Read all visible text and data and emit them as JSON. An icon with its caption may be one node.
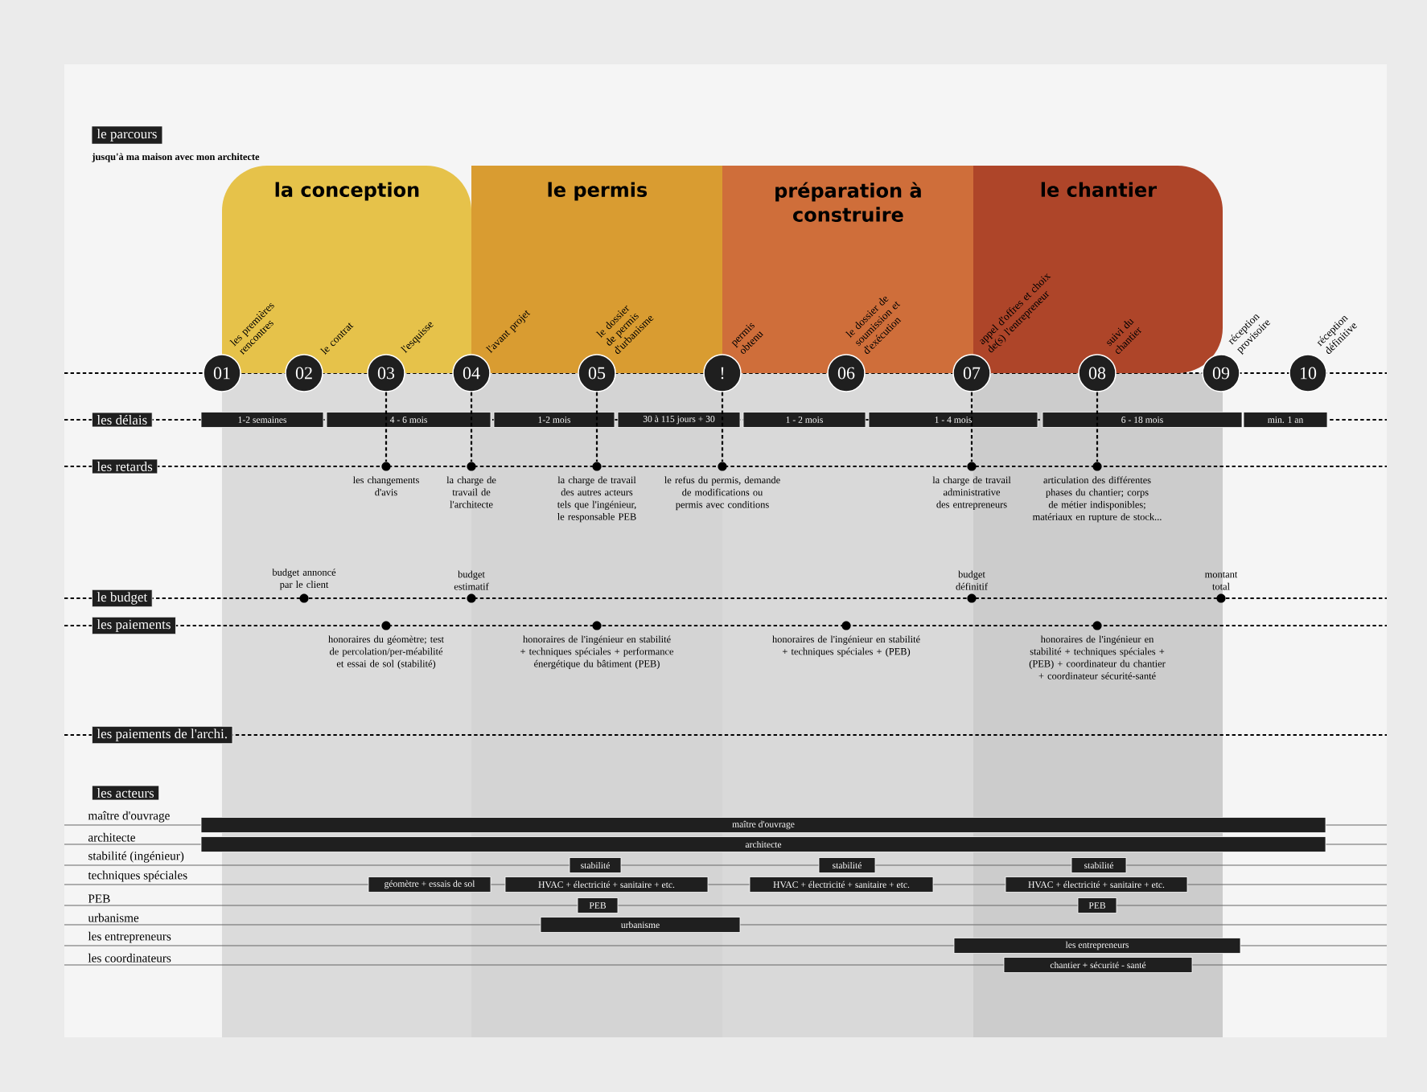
{
  "diagram": {
    "title": "le parcours",
    "nodes": [
      {
        "text": [
          "la conception"
        ]
      },
      {
        "text": [
          "le permis"
        ]
      },
      {
        "text": [
          "préparation à construire"
        ]
      },
      {
        "text": [
          "le chantier"
        ]
      },
      {
        "text": [
          "01"
        ],
        "beside": [
          "les premières rencontres"
        ]
      },
      {
        "text": [
          "02"
        ],
        "beside": [
          "le contrat"
        ]
      },
      {
        "text": [
          "03"
        ],
        "beside": [
          "l'esquisse"
        ]
      },
      {
        "text": [
          "04"
        ],
        "beside": [
          "l'avant projet"
        ]
      },
      {
        "text": [
          "05"
        ],
        "beside": [
          "le dossier de permis d'urbanisme"
        ]
      },
      {
        "text": [
          "!"
        ],
        "beside": [
          "permis obtenu"
        ]
      },
      {
        "text": [
          "06"
        ],
        "beside": [
          "le dossier de soumission et d'exécution"
        ]
      },
      {
        "text": [
          "07"
        ],
        "beside": [
          "appel d'offres et choix de(s) l'entrepreneur"
        ]
      },
      {
        "text": [
          "08"
        ],
        "beside": [
          "suivi du chantier"
        ]
      },
      {
        "text": [
          "09"
        ],
        "beside": [
          "réception provisoire"
        ]
      },
      {
        "text": [
          "10"
        ],
        "beside": [
          "réception définitive"
        ]
      },
      {
        "text": [
          "les délais"
        ]
      },
      {
        "text": [
          "1-2 semaines"
        ]
      },
      {
        "text": [
          "4 - 6 mois"
        ]
      },
      {
        "text": [
          "1-2 mois"
        ]
      },
      {
        "text": [
          "30 à 115 jours + 30"
        ]
      },
      {
        "text": [
          "1 - 2 mois"
        ]
      },
      {
        "text": [
          "1 - 4 mois"
        ]
      },
      {
        "text": [
          "6 - 18 mois"
        ]
      },
      {
        "text": [
          "min. 1 an"
        ]
      },
      {
        "text": [
          "les retards"
        ]
      },
      {
        "text": [
          "le budget"
        ]
      },
      {
        "text": [
          "les paiements"
        ]
      },
      {
        "text": [
          "les paiements de l'archi."
        ]
      },
      {
        "text": [
          "les acteurs"
        ]
      },
      {
        "text": [
          "maître d'ouvrage"
        ]
      },
      {
        "text": [
          "architecte"
        ]
      },
      {
        "text": [
          "stabilité"
        ]
      },
      {
        "text": [
          "stabilité"
        ]
      },
      {
        "text": [
          "stabilité"
        ]
      },
      {
        "text": [
          "géomètre + essais de sol"
        ]
      },
      {
        "text": [
          "HVAC + électricité + sanitaire + etc."
        ]
      },
      {
        "text": [
          "HVAC + électricité + sanitaire + etc."
        ]
      },
      {
        "text": [
          "HVAC + électricité + sanitaire + etc."
        ]
      },
      {
        "text": [
          "PEB"
        ]
      },
      {
        "text": [
          "PEB"
        ]
      },
      {
        "text": [
          "urbanisme"
        ]
      },
      {
        "text": [
          "les entrepreneurs"
        ]
      },
      {
        "text": [
          "chantier +  sécurité - santé"
        ]
      },
      {
        "text": [],
        "shape": "circle"
      },
      {
        "text": [],
        "shape": "circle"
      },
      {
        "text": [],
        "shape": "circle"
      },
      {
        "text": [],
        "shape": "circle"
      },
      {
        "text": [],
        "shape": "circle"
      },
      {
        "text": [],
        "shape": "circle"
      }
    ],
    "edges": [
      {
        "from": 6,
        "to": 43,
        "arrow": "none",
        "style": "dashed"
      },
      {
        "from": 7,
        "to": 44,
        "arrow": "none",
        "style": "dashed"
      },
      {
        "from": 8,
        "to": 45,
        "arrow": "none",
        "style": "dashed"
      },
      {
        "from": 9,
        "to": 46,
        "arrow": "none",
        "style": "dashed"
      },
      {
        "from": 11,
        "to": 47,
        "arrow": "none",
        "style": "dashed"
      },
      {
        "from": 12,
        "to": 48,
        "arrow": "none",
        "style": "dashed"
      }
    ],
    "labels": [
      "jusqu'à ma maison avec mon architecte",
      "les changements d'avis",
      "la charge de travail de l'architecte",
      "la charge de travail des autres acteurs tels que l'ingénieur, le responsable PEB",
      "le refus du permis, demande de modifications ou permis avec conditions",
      "la charge de travail administrative des entrepreneurs",
      "articulation des différentes phases du chantier; corps de métier indisponibles; matériaux en rupture de stock...",
      "budget annoncé par le client",
      "budget estimatif",
      "budget définitif",
      "montant total",
      "honoraires du géomètre; test de percolation/per-méabilité et essai de sol (stabilité)",
      "honoraires de l'ingénieur en stabilité + techniques spéciales + performance énergétique du bâtiment (PEB)",
      "honoraires de l'ingénieur en stabilité + techniques spéciales + (PEB)",
      "honoraires de l'ingénieur en stabilité + techniques spéciales + (PEB) + coordinateur du chantier + coordinateur sécurité-santé",
      "maître d'ouvrage",
      "architecte",
      "stabilité (ingénieur)",
      "techniques spéciales",
      "PEB",
      "urbanisme",
      "les entrepreneurs",
      "les coordinateurs"
    ]
  }
}
